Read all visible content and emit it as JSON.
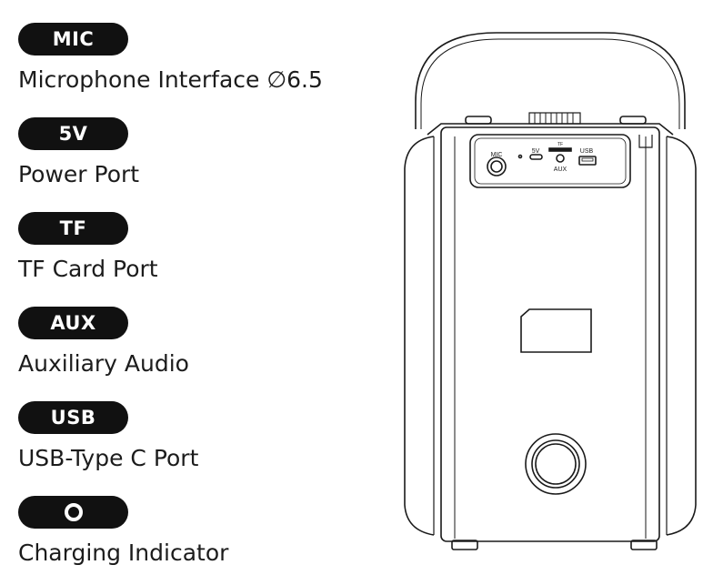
{
  "legend": {
    "items": [
      {
        "badge": "MIC",
        "description": "Microphone Interface ∅6.5"
      },
      {
        "badge": "5V",
        "description": "Power Port"
      },
      {
        "badge": "TF",
        "description": "TF Card Port"
      },
      {
        "badge": "AUX",
        "description": "Auxiliary Audio"
      },
      {
        "badge": "USB",
        "description": "USB-Type C Port"
      },
      {
        "badge": "",
        "badge_icon": "ring-icon",
        "description": "Charging Indicator"
      }
    ]
  },
  "device": {
    "panel_labels": {
      "mic": "MIC",
      "power": "5V",
      "tf": "TF",
      "aux": "AUX",
      "usb": "USB"
    }
  },
  "colors": {
    "badge_bg": "#111111",
    "badge_text": "#ffffff",
    "line": "#1a1a1a"
  }
}
